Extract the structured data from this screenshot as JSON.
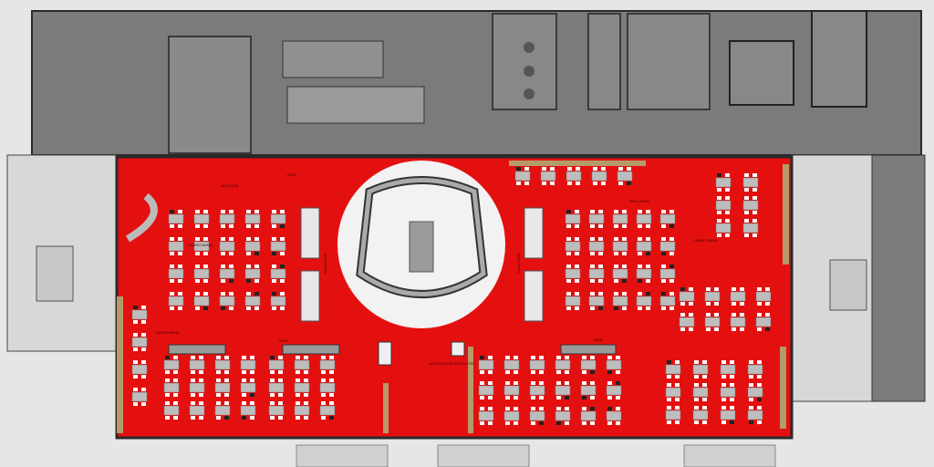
{
  "colors": {
    "dining_floor": "#e4100f",
    "service_block": "#7b7b7b",
    "servery_circle": "#f2f2f2",
    "table": "#bdbdbd",
    "chair": "#ffffff",
    "wall": "#2a2a2a",
    "bench": "#b59a6a",
    "exterior": "#e6e6e6"
  },
  "labels": {
    "helados": "HELADOS",
    "cafe_left": "CAFÉ",
    "cafe_center": "CAFÉ",
    "cafe_right": "CAFÉ",
    "salad_bar_left": "SALAD BAR",
    "salad_bar_right": "SALAD BAR",
    "carro_left": "CARRO BAND",
    "carro_right": "CARRO BAND",
    "carro_lower": "CARRO BAND",
    "devolucion": "DEVOLUCIÓN DE PLATOS",
    "wellness": "WELLNESS"
  }
}
